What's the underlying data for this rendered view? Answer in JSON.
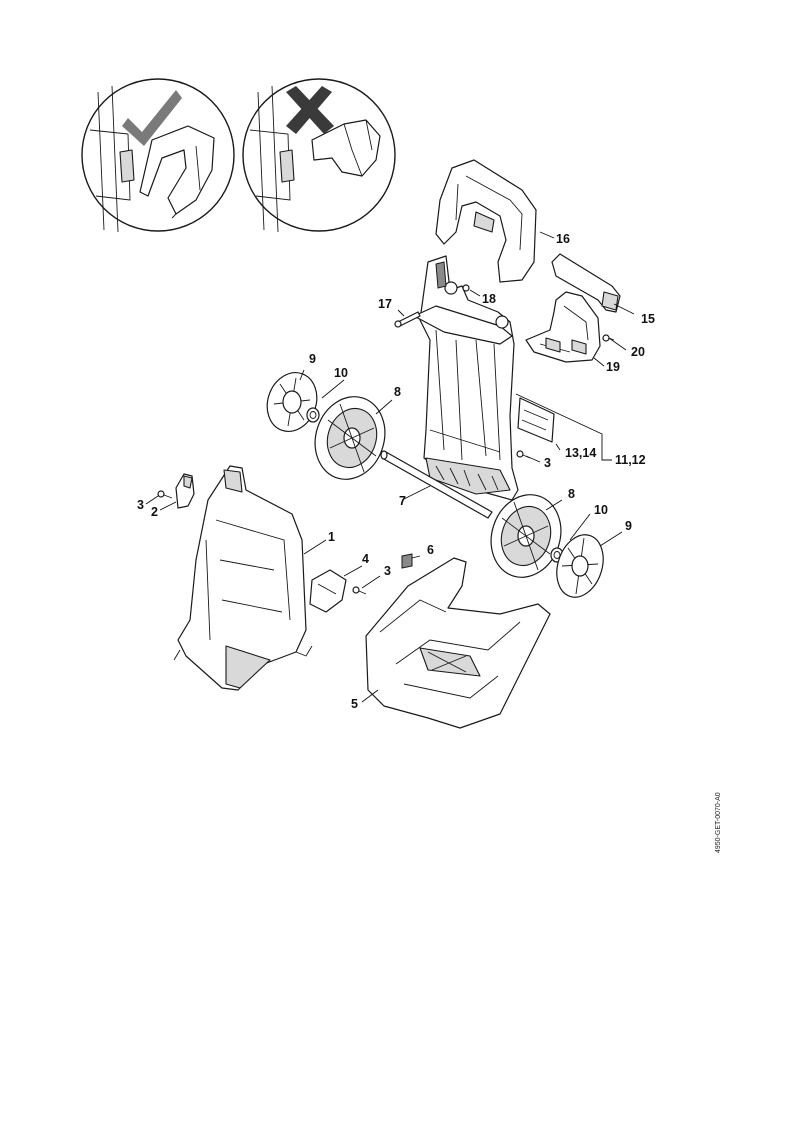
{
  "document_id": "4950-GET-0070-A0",
  "inset_correct": {
    "icon": "checkmark-icon",
    "color": "#7a7a7a"
  },
  "inset_incorrect": {
    "icon": "cross-icon",
    "color": "#3a3a3a"
  },
  "callouts": {
    "c1": "1",
    "c2": "2",
    "c3a": "3",
    "c3b": "3",
    "c3c": "3",
    "c4": "4",
    "c5": "5",
    "c6": "6",
    "c7": "7",
    "c8a": "8",
    "c8b": "8",
    "c9a": "9",
    "c9b": "9",
    "c10a": "10",
    "c10b": "10",
    "c11_12": "11,12",
    "c13_14": "13,14",
    "c15": "15",
    "c16": "16",
    "c17": "17",
    "c18": "18",
    "c19": "19",
    "c20": "20"
  }
}
